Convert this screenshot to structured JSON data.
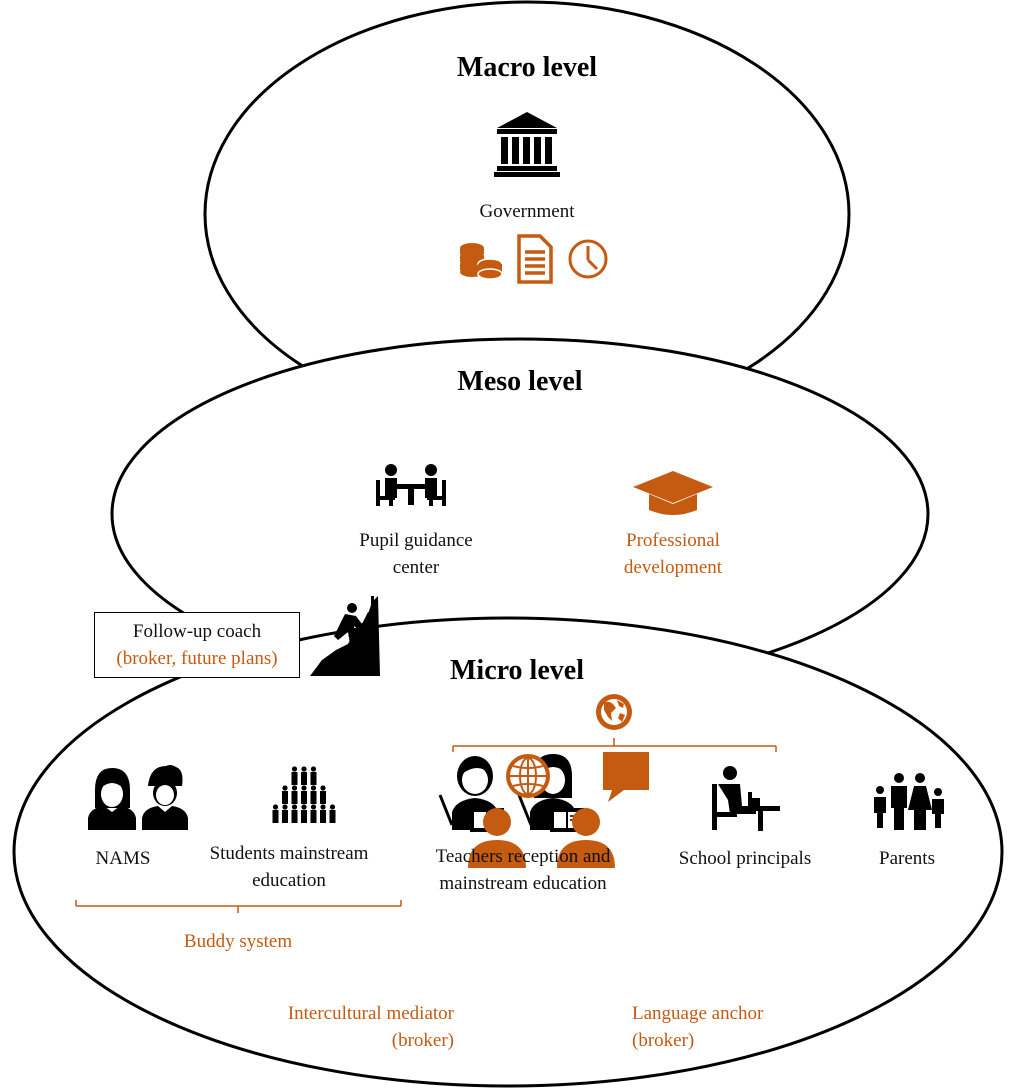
{
  "colors": {
    "accent": "#c55a11",
    "ink": "#000000"
  },
  "macro": {
    "heading": "Macro level",
    "actor": "Government",
    "icons": [
      "bank-icon",
      "coins-icon",
      "document-icon",
      "clock-icon"
    ]
  },
  "meso": {
    "heading": "Meso level",
    "guidance_line1": "Pupil guidance",
    "guidance_line2": "center",
    "prof_line1": "Professional",
    "prof_line2": "development",
    "icons": [
      "meeting-icon",
      "graduation-cap-icon"
    ]
  },
  "coach": {
    "line1": "Follow-up coach",
    "line2": "(broker, future plans)",
    "icon": "climber-icon"
  },
  "micro": {
    "heading": "Micro level",
    "nams": "NAMS",
    "students_line1": "Students mainstream",
    "students_line2": "education",
    "teachers_line1": "Teachers reception and",
    "teachers_line2": "mainstream education",
    "principals": "School principals",
    "parents": "Parents",
    "buddy": "Buddy system",
    "mediator_line1": "Intercultural mediator",
    "mediator_line2": "(broker)",
    "anchor_line1": "Language anchor",
    "anchor_line2": "(broker)",
    "icons": [
      "globe-icon",
      "girl-icon",
      "boy-icon",
      "crowd-icon",
      "teacher-male-icon",
      "teacher-female-icon",
      "principal-desk-icon",
      "family-icon",
      "mediator-icon",
      "anchor-icon"
    ]
  }
}
